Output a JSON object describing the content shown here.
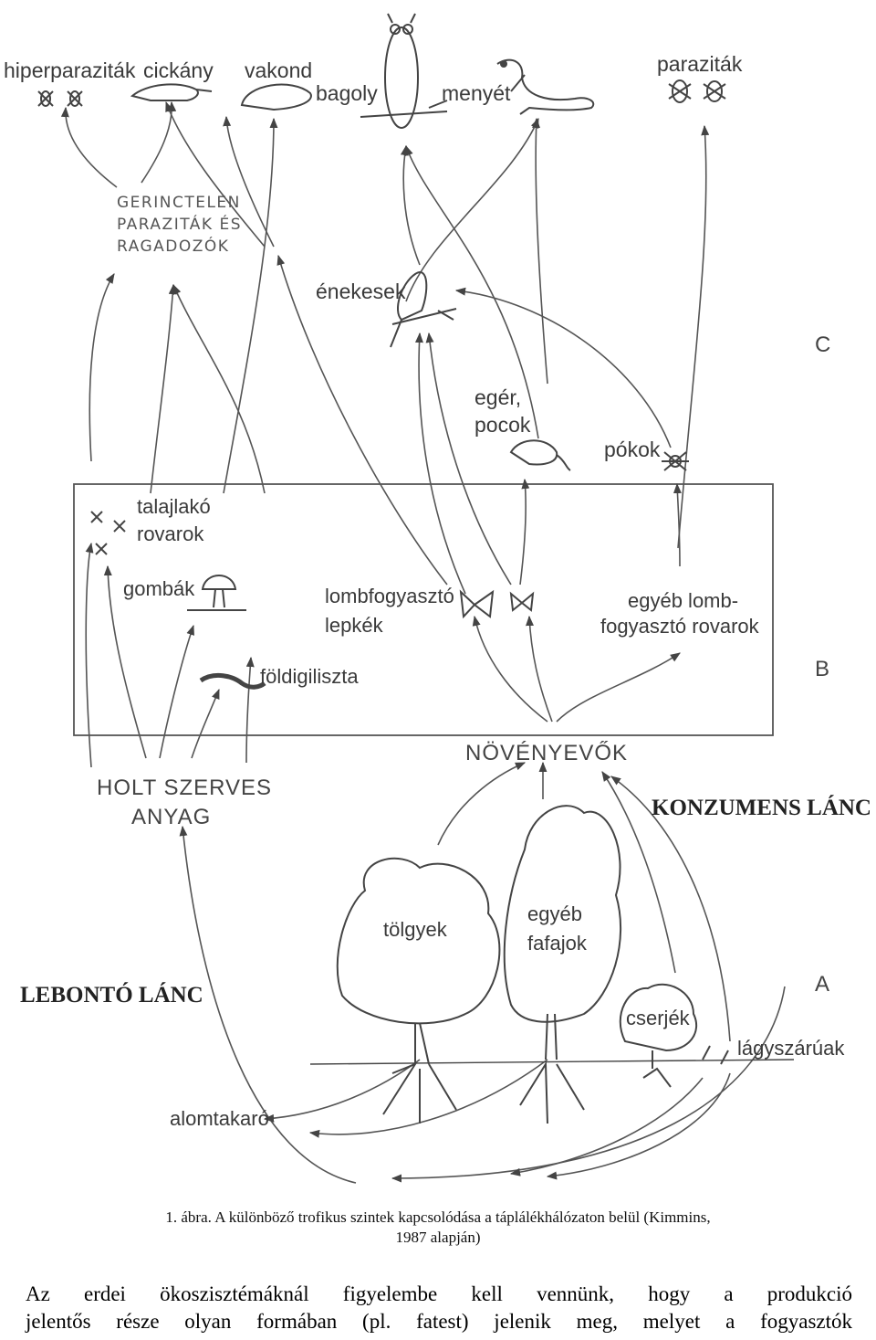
{
  "diagram": {
    "organisms_top": {
      "hiperparazitak": "hiperparaziták",
      "cickany": "cickány",
      "vakond": "vakond",
      "bagoly": "bagoly",
      "menyet": "menyét",
      "parazitak": "paraziták"
    },
    "gerinctelen": [
      "GERINCTELEN",
      "PARAZITÁK ÉS",
      "RAGADOZÓK"
    ],
    "enekesek": "énekesek",
    "eger_pocok": [
      "egér,",
      "pocok"
    ],
    "pokok": "pókok",
    "talajlako": [
      "talajlakó",
      "rovarok"
    ],
    "gombak": "gombák",
    "lombfogyaszto": [
      "lombfogyasztó",
      "lepkék"
    ],
    "egyeb_lomb": [
      "egyéb lomb-",
      "fogyasztó rovarok"
    ],
    "foldigiliszta": "földigiliszta",
    "novenyevok": "NÖVÉNYEVŐK",
    "holt": [
      "HOLT SZERVES",
      "ANYAG"
    ],
    "konzumens": "KONZUMENS LÁNC",
    "lebonto": "LEBONTÓ LÁNC",
    "tolgyek": "tölgyek",
    "egyeb_fafajok": [
      "egyéb",
      "fafajok"
    ],
    "cserjek": "cserjék",
    "lagyszaruak": "lágyszárúak",
    "alomtakaro": "alomtakaró",
    "zones": {
      "c": "C",
      "b": "B",
      "a": "A"
    }
  },
  "caption": {
    "line1": "1. ábra. A különböző trofikus szintek kapcsolódása a táplálékhálózaton belül (Kimmins,",
    "line2": "1987 alapján)"
  },
  "body_text": {
    "line1": "Az erdei ökoszisztémáknál figyelembe kell vennünk, hogy a produkció",
    "line2": "jelentős része olyan formában (pl. fatest) jelenik meg, melyet a fogyasztók"
  }
}
